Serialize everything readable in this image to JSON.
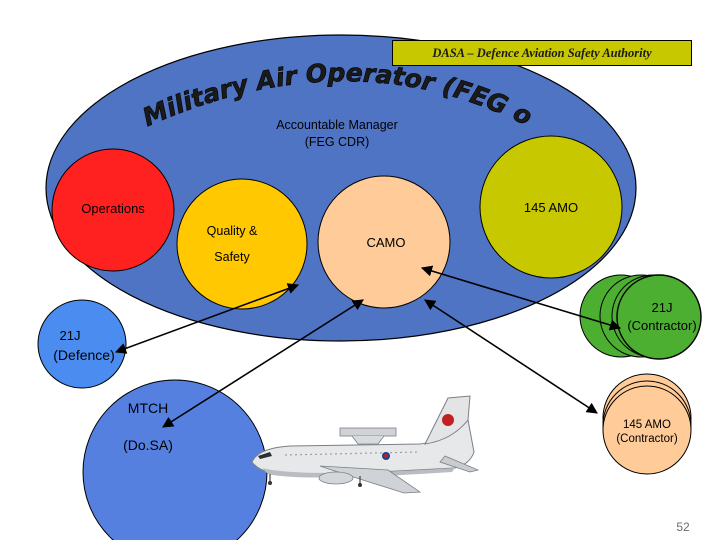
{
  "header": {
    "authority": "DASA – Defence Aviation Safety Authority"
  },
  "operator": {
    "title": "Military Air Operator (FEG or Equiv)",
    "manager_line1": "Accountable Manager",
    "manager_line2": "(FEG CDR)"
  },
  "nodes": {
    "operations": "Operations",
    "quality_line1": "Quality &",
    "quality_line2": "Safety",
    "camo": "CAMO",
    "amo145": "145 AMO",
    "contractor21j_line1": "21J",
    "contractor21j_line2": "(Contractor)",
    "defence21j_line1": "21J",
    "defence21j_line2": "(Defence)",
    "mtch_line1": "MTCH",
    "mtch_line2": "(Do.SA)",
    "amo145_contractor_line1": "145 AMO",
    "amo145_contractor_line2": "(Contractor)"
  },
  "page_number": "52",
  "colors": {
    "operator_ellipse": "#4f74c4",
    "operations": "#ff2020",
    "quality": "#ffc800",
    "camo": "#ffcc99",
    "amo145": "#c8c800",
    "contractor21j": "#4caf32",
    "defence21j": "#4a8cf0",
    "mtch": "#5580e0",
    "amo145_contractor": "#ffcc99"
  }
}
